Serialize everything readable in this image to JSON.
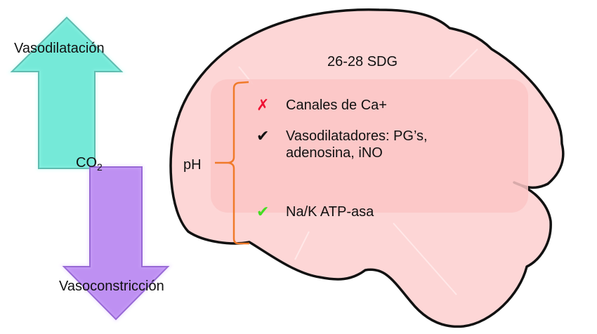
{
  "arrows": {
    "up": {
      "label": "Vasodilatación",
      "color": "#6ee8d6",
      "border": "#3fb3a3"
    },
    "down": {
      "label": "Vasoconstricción",
      "color": "#bb8bf2",
      "border": "#8a55cc"
    }
  },
  "co2": {
    "base": "CO",
    "subscript": "2"
  },
  "brain": {
    "title": "26-28 SDG",
    "fill": "#fdd6d6",
    "panel_fill": "#fcc7c7",
    "outline": "#111111"
  },
  "bracket": {
    "label": "pH",
    "color": "#f07a2a"
  },
  "items": [
    {
      "icon": "x-mark-icon",
      "symbol": "✗",
      "color": "#ee1133",
      "lines": [
        "Canales de Ca+"
      ]
    },
    {
      "icon": "check-mark-icon",
      "symbol": "✔",
      "color": "#111111",
      "lines": [
        "Vasodilatadores: PG’s,",
        "adenosina, iNO"
      ]
    },
    {
      "icon": "check-mark-icon",
      "symbol": "✔",
      "color": "#44dd22",
      "lines": [
        "Na/K ATP-asa"
      ]
    }
  ]
}
